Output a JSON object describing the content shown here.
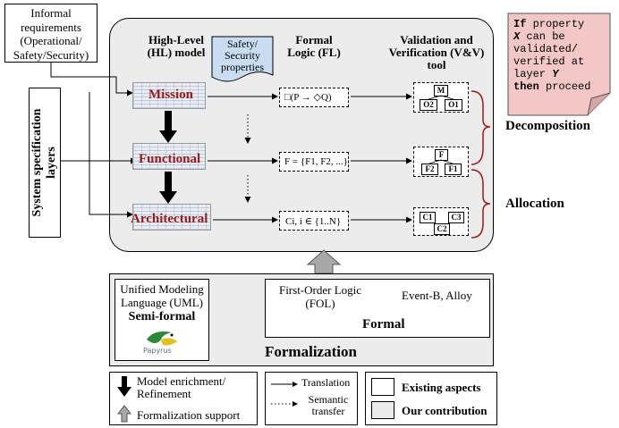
{
  "informal": {
    "line1": "Informal",
    "line2": "requirements",
    "line3": "(Operational/",
    "line4": "Safety/Security)"
  },
  "side_label": "System specification layers",
  "headers": {
    "hl_line1": "High-Level",
    "hl_line2": "(HL) model",
    "safety_line1": "Safety/",
    "safety_line2": "Security",
    "safety_line3": "properties",
    "fl_line1": "Formal",
    "fl_line2": "Logic (FL)",
    "vv_line1": "Validation and",
    "vv_line2": "Verification (V&V)",
    "vv_line3": "tool"
  },
  "layers": {
    "mission": "Mission",
    "functional": "Functional",
    "architectural": "Architectural"
  },
  "formulas": {
    "mission": "□(P → ◇Q)",
    "functional": "F = {F1, F2, ...}",
    "architectural": "Ci, i ∈ {1..N}"
  },
  "trees": {
    "mission": {
      "root": "M",
      "left": "O2",
      "right": "O1"
    },
    "functional": {
      "root": "F",
      "left": "F2",
      "right": "F1"
    },
    "architectural": {
      "a": "C1",
      "b": "C3",
      "c": "C2"
    }
  },
  "brackets": {
    "decomposition": "Decomposition",
    "allocation": "Allocation"
  },
  "note": {
    "l1a": "If",
    "l1b": " property",
    "l2a": "X",
    "l2b": " can be",
    "l3": "validated/",
    "l4": "verified at",
    "l5a": "layer ",
    "l5b": "Y",
    "l6a": "then",
    "l6b": " proceed"
  },
  "formalization": {
    "uml_line1": "Unified Modeling",
    "uml_line2": "Language (UML)",
    "semi_formal": "Semi-formal",
    "papyrus": "Papyrus",
    "fol_line1": "First-Order Logic",
    "fol_line2": "(FOL)",
    "eventb": "Event-B, Alloy",
    "formal": "Formal",
    "title": "Formalization"
  },
  "legend": {
    "enrich_line1": "Model enrichment/",
    "enrich_line2": "Refinement",
    "support": "Formalization support",
    "translation": "Translation",
    "semantic_line1": "Semantic",
    "semantic_line2": "transfer",
    "existing": "Existing aspects",
    "contribution": "Our contribution"
  },
  "colors": {
    "panel": "#ececec",
    "note": "#f4c7c7",
    "safety": "#c9ddf2",
    "accent": "#9b1b1b",
    "bracket": "#a01818"
  }
}
